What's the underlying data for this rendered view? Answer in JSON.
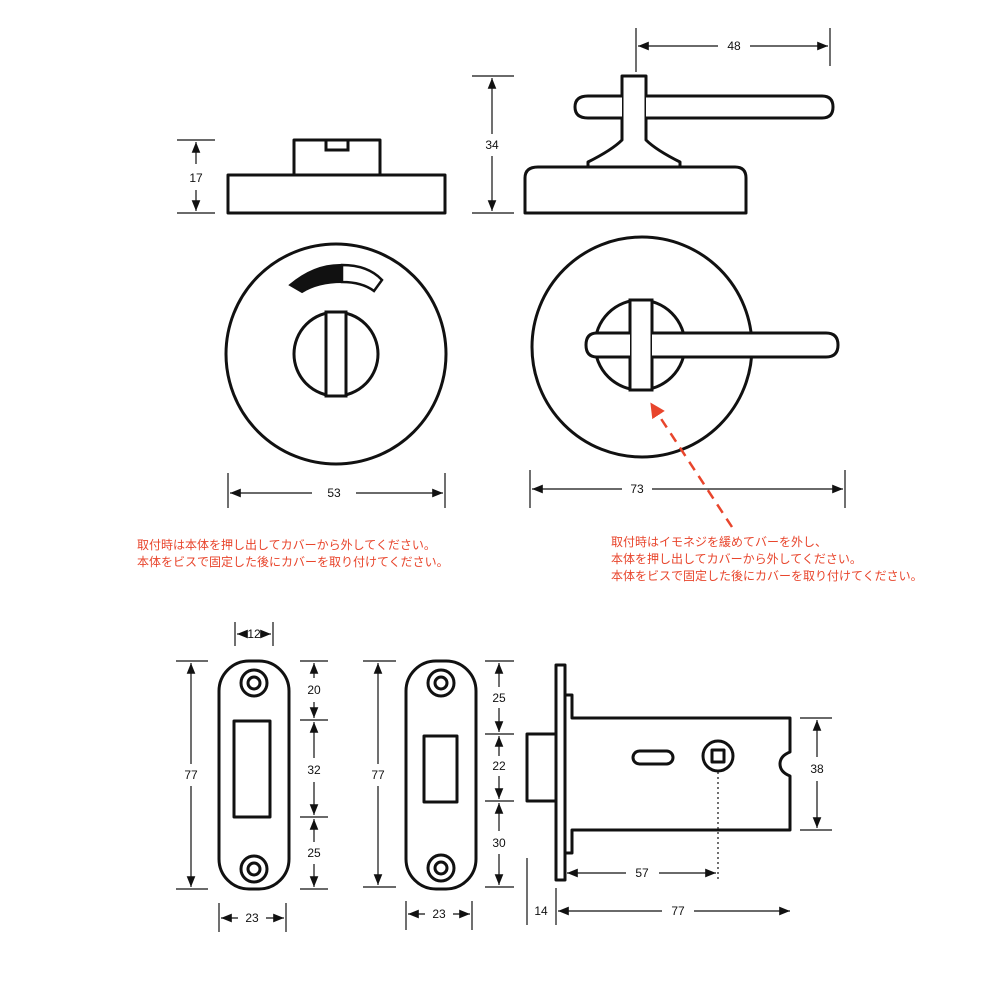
{
  "dimensions": {
    "d48": "48",
    "d34": "34",
    "d17": "17",
    "d53": "53",
    "d73": "73",
    "d12": "12",
    "d77a": "77",
    "d20": "20",
    "d32": "32",
    "d25a": "25",
    "d23a": "23",
    "d77b": "77",
    "d25b": "25",
    "d22": "22",
    "d30": "30",
    "d23b": "23",
    "d38": "38",
    "d57": "57",
    "d14": "14",
    "d77c": "77"
  },
  "notes": {
    "left_line1": "取付時は本体を押し出してカバーから外してください。",
    "left_line2": "本体をビスで固定した後にカバーを取り付けてください。",
    "right_line1": "取付時はイモネジを緩めてバーを外し、",
    "right_line2": "本体を押し出してカバーから外してください。",
    "right_line3": "本体をビスで固定した後にカバーを取り付けてください。"
  },
  "colors": {
    "annotation": "#e8452c",
    "line": "#111111"
  }
}
